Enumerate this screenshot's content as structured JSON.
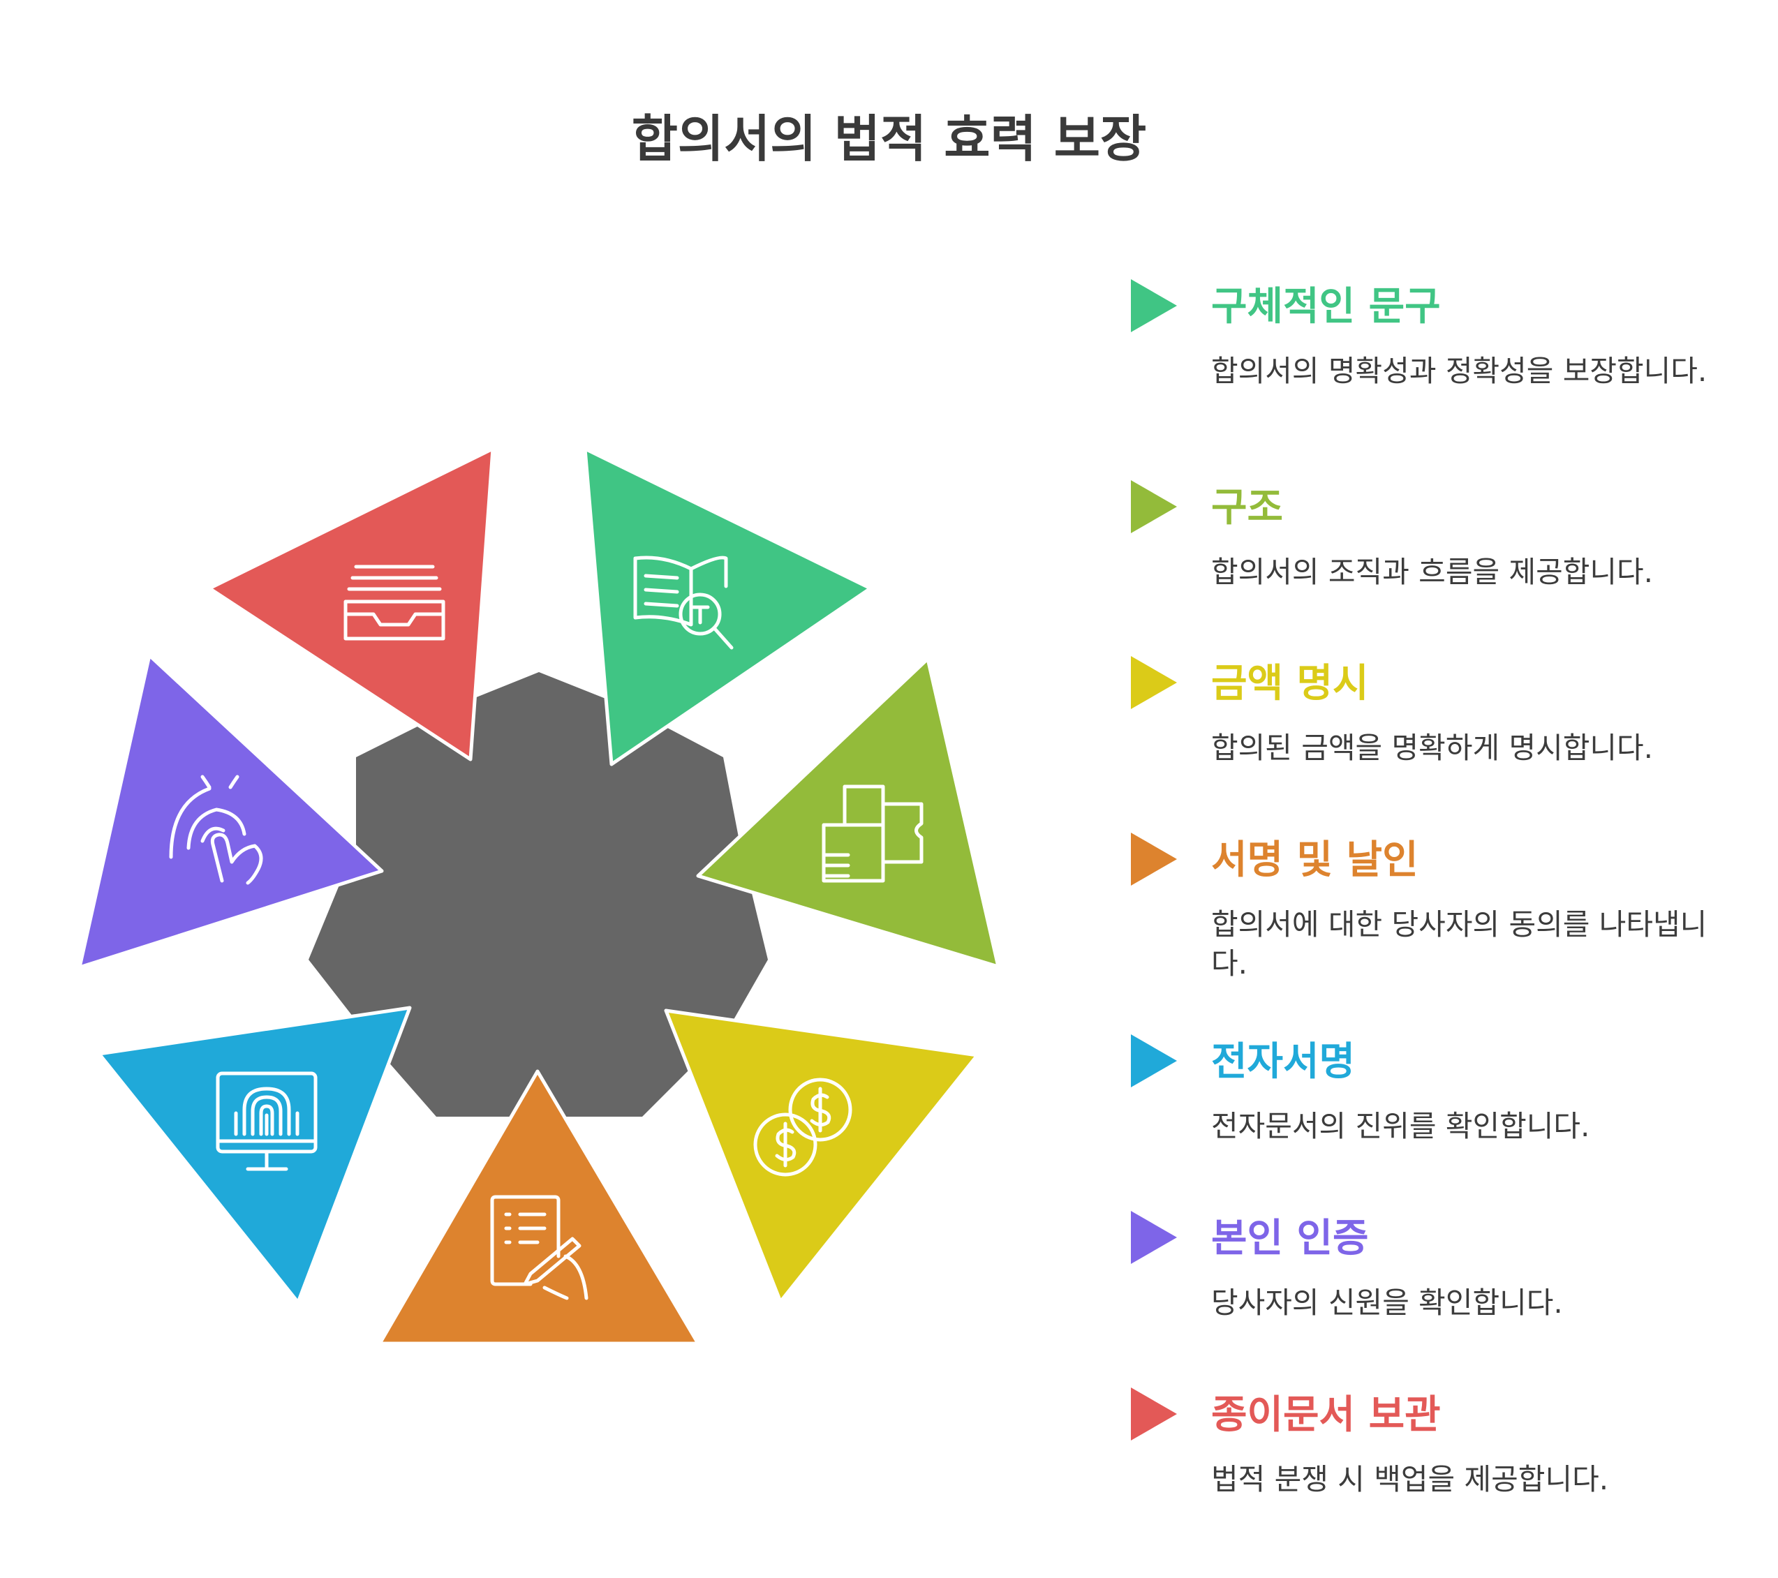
{
  "title": "합의서의 법적 효력 보장",
  "colors": {
    "center": "#666666",
    "green": "#40C584",
    "olive": "#93BB3A",
    "yellow": "#DBCB18",
    "orange": "#DD832E",
    "blue": "#20A9D9",
    "purple": "#7E65E8",
    "red": "#E35957"
  },
  "items": [
    {
      "title": "구체적인 문구",
      "desc": "합의서의 명확성과 정확성을 보장합니다.",
      "color": "#40C584",
      "icon": "book-text-search-icon"
    },
    {
      "title": "구조",
      "desc": "합의서의 조직과 흐름을 제공합니다.",
      "color": "#93BB3A",
      "icon": "puzzle-blocks-icon"
    },
    {
      "title": "금액 명시",
      "desc": "합의된 금액을 명확하게 명시합니다.",
      "color": "#DBCB18",
      "icon": "dollar-coins-icon"
    },
    {
      "title": "서명 및 날인",
      "desc": "합의서에 대한 당사자의 동의를 나타냅니다.",
      "color": "#DD832E",
      "icon": "document-signing-icon"
    },
    {
      "title": "전자서명",
      "desc": "전자문서의 진위를 확인합니다.",
      "color": "#20A9D9",
      "icon": "monitor-fingerprint-icon"
    },
    {
      "title": "본인 인증",
      "desc": "당사자의 신원을 확인합니다.",
      "color": "#7E65E8",
      "icon": "touch-gesture-icon"
    },
    {
      "title": "종이문서 보관",
      "desc": "법적 분쟁 시 백업을 제공합니다.",
      "color": "#E35957",
      "icon": "paper-tray-icon"
    }
  ]
}
